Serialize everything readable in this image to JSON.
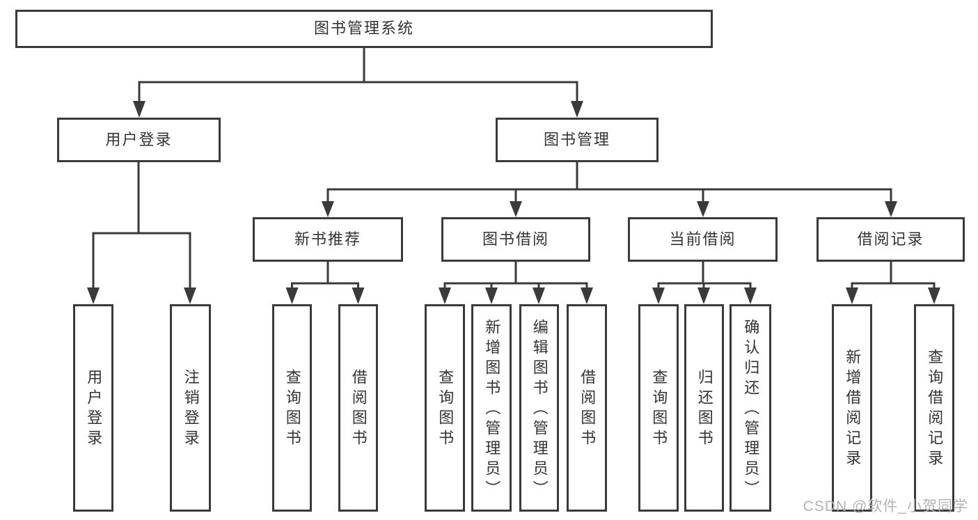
{
  "watermark": "CSDN @软件_小贺同学",
  "diagram": {
    "root": {
      "label": "图书管理系统"
    },
    "level2": [
      {
        "label": "用户登录"
      },
      {
        "label": "图书管理"
      }
    ],
    "level3": [
      {
        "label": "新书推荐"
      },
      {
        "label": "图书借阅"
      },
      {
        "label": "当前借阅"
      },
      {
        "label": "借阅记录"
      }
    ],
    "leaves": [
      {
        "label": "用户登录"
      },
      {
        "label": "注销登录"
      },
      {
        "label": "查询图书"
      },
      {
        "label": "借阅图书"
      },
      {
        "label": "查询图书"
      },
      {
        "label": "新增图书（管理员）"
      },
      {
        "label": "编辑图书（管理员）"
      },
      {
        "label": "借阅图书"
      },
      {
        "label": "查询图书"
      },
      {
        "label": "归还图书"
      },
      {
        "label": "确认归还（管理员）"
      },
      {
        "label": "新增借阅记录"
      },
      {
        "label": "查询借阅记录"
      }
    ],
    "colors": {
      "line": "#3a3a3a",
      "text": "#333333",
      "background": "#ffffff",
      "watermark": "#b3b3b3"
    }
  }
}
